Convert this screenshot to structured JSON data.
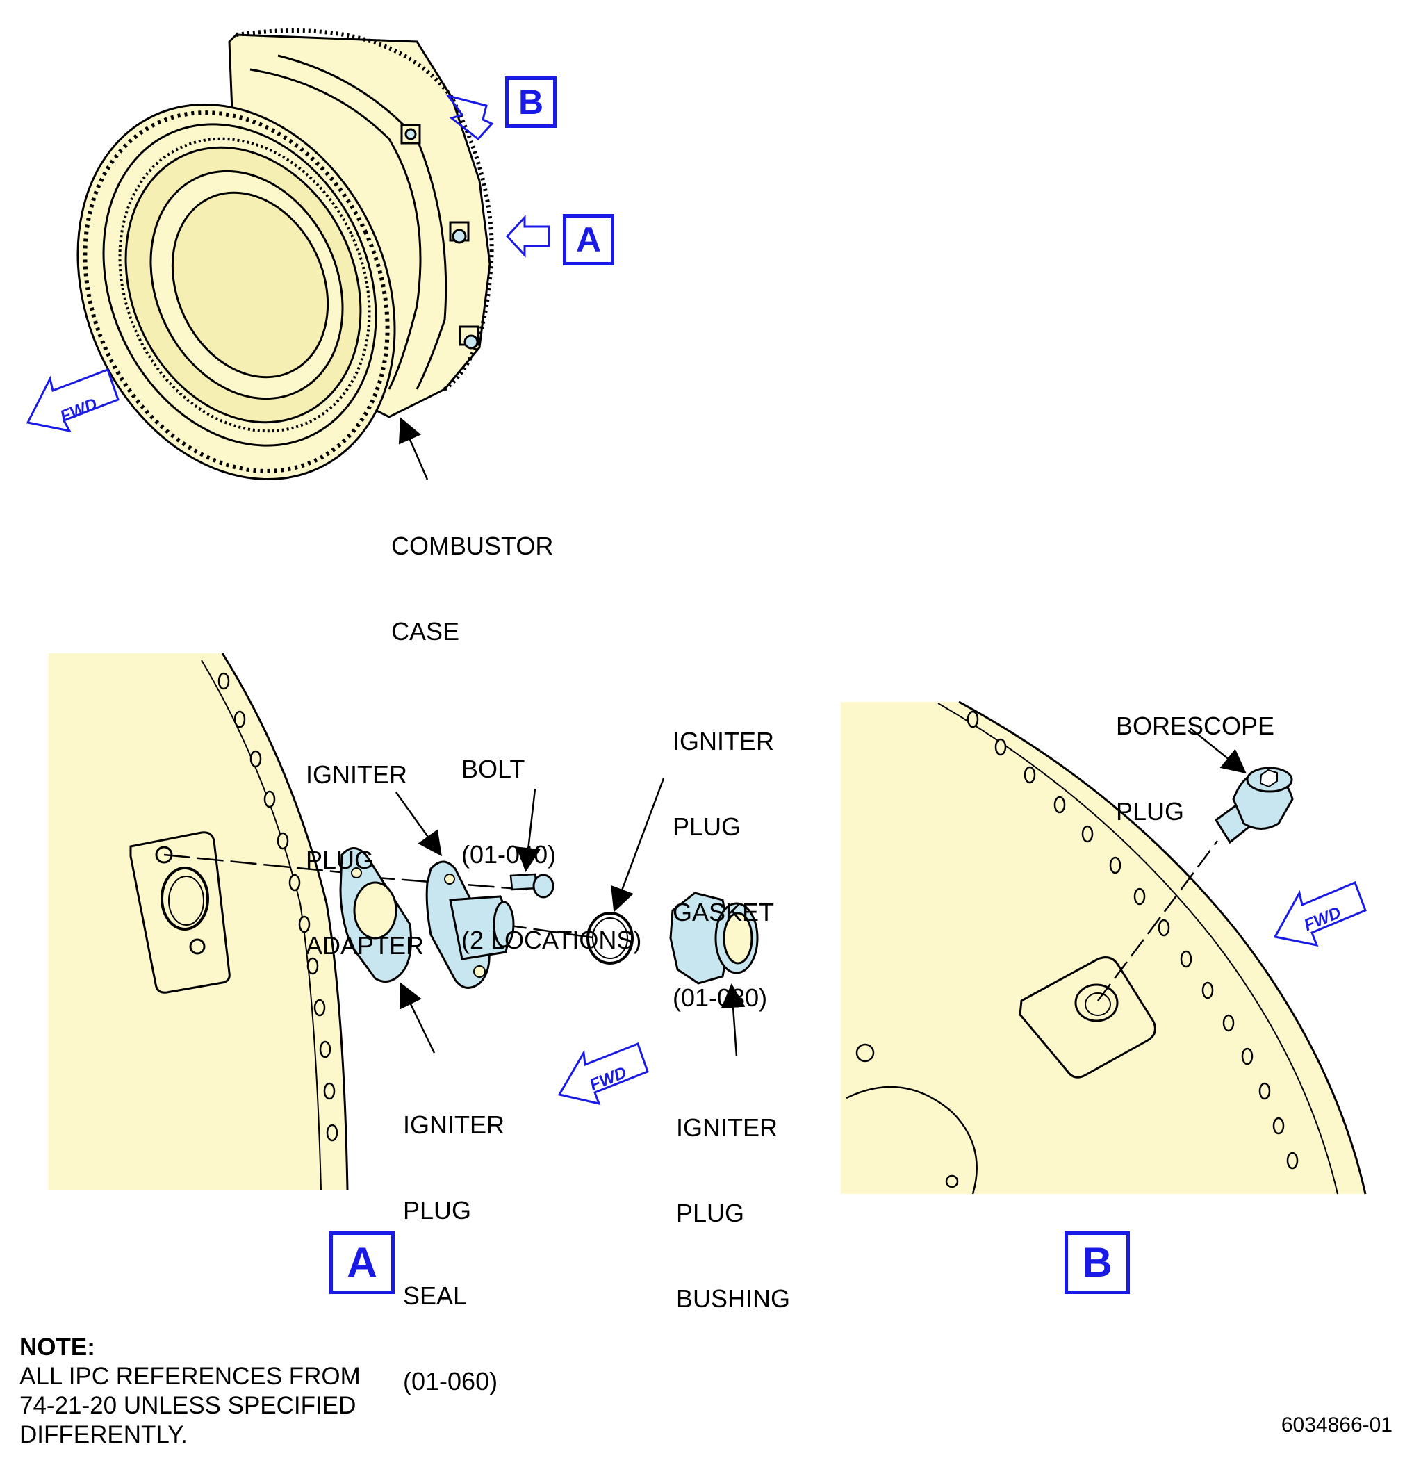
{
  "overview": {
    "combustor_case_label": [
      "COMBUSTOR",
      "CASE"
    ],
    "view_a_callout": "A",
    "view_b_callout": "B",
    "fwd_label": "FWD"
  },
  "view_a": {
    "title": "A",
    "fwd_label": "FWD",
    "igniter_plug_adapter": [
      "IGNITER",
      "PLUG",
      "ADAPTER"
    ],
    "bolt": [
      "BOLT",
      "(01-040)",
      "(2 LOCATIONS)"
    ],
    "igniter_plug_gasket": [
      "IGNITER",
      "PLUG",
      "GASKET",
      "(01-030)"
    ],
    "igniter_plug_seal": [
      "IGNITER",
      "PLUG",
      "SEAL",
      "(01-060)"
    ],
    "igniter_plug_bushing": [
      "IGNITER",
      "PLUG",
      "BUSHING"
    ]
  },
  "view_b": {
    "title": "B",
    "fwd_label": "FWD",
    "borescope_plug": [
      "BORESCOPE",
      "PLUG"
    ]
  },
  "note": {
    "heading": "NOTE:",
    "lines": [
      "ALL IPC REFERENCES FROM",
      "74-21-20 UNLESS SPECIFIED",
      "DIFFERENTLY."
    ]
  },
  "figure_id": "6034866-01",
  "colors": {
    "part_fill": "#fdf8cc",
    "callout_blue": "#1a1ae6",
    "part_blue": "#c8e6ef",
    "line": "#000000"
  }
}
